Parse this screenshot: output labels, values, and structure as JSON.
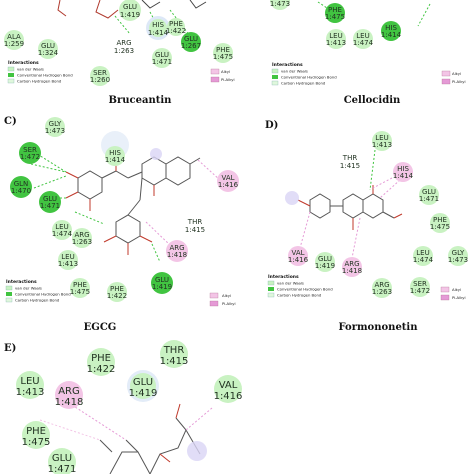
{
  "palette": {
    "vdw": "#c9f2c2",
    "hbond": "#41c441",
    "carbon_hbond": "#dff7dc",
    "alkyl": "#f3c5e6",
    "pi_alkyl": "#e59ad6",
    "bond_line": "#b03a2e"
  },
  "legend_common": {
    "title": "Interactions",
    "items": [
      "van der Waals",
      "Conventional Hydrogen Bond",
      "Carbon Hydrogen Bond"
    ],
    "right_items": [
      "Alkyl",
      "Pi-Alkyl"
    ]
  },
  "panels": {
    "A": {
      "caption": "Bruceantin",
      "residues": [
        {
          "top": "ALA",
          "bottom": "1:259",
          "type": "vdw"
        },
        {
          "top": "GLU",
          "bottom": "1:324",
          "type": "vdw"
        },
        {
          "top": "ARG",
          "bottom": "1:263",
          "type": "vdw_plain"
        },
        {
          "top": "GLU",
          "bottom": "1:419",
          "type": "vdw"
        },
        {
          "top": "HIS",
          "bottom": "1:414",
          "type": "vdw"
        },
        {
          "top": "PHE",
          "bottom": "1:422",
          "type": "vdw"
        },
        {
          "top": "GLU",
          "bottom": "1:267",
          "type": "hbond"
        },
        {
          "top": "PHE",
          "bottom": "1:475",
          "type": "vdw"
        },
        {
          "top": "GLU",
          "bottom": "1:471",
          "type": "vdw"
        },
        {
          "top": "SER",
          "bottom": "1:260",
          "type": "vdw"
        }
      ]
    },
    "B": {
      "caption": "Cellocidin",
      "residues": [
        {
          "top": "",
          "bottom": "1:473",
          "type": "vdw"
        },
        {
          "top": "PHE",
          "bottom": "1:475",
          "type": "hbond"
        },
        {
          "top": "LEU",
          "bottom": "1:413",
          "type": "vdw"
        },
        {
          "top": "LEU",
          "bottom": "1:474",
          "type": "vdw"
        },
        {
          "top": "HIS",
          "bottom": "1:414",
          "type": "hbond"
        }
      ]
    },
    "C": {
      "letter": "C)",
      "caption": "EGCG",
      "residues": [
        {
          "top": "GLY",
          "bottom": "1:473",
          "type": "vdw"
        },
        {
          "top": "SER",
          "bottom": "1:472",
          "type": "hbond"
        },
        {
          "top": "GLN",
          "bottom": "1:470",
          "type": "hbond"
        },
        {
          "top": "GLU",
          "bottom": "1:471",
          "type": "hbond"
        },
        {
          "top": "HIS",
          "bottom": "1:414",
          "type": "vdw"
        },
        {
          "top": "LEU",
          "bottom": "1:474",
          "type": "vdw"
        },
        {
          "top": "ARG",
          "bottom": "1:263",
          "type": "vdw"
        },
        {
          "top": "LEU",
          "bottom": "1:413",
          "type": "vdw"
        },
        {
          "top": "THR",
          "bottom": "1:415",
          "type": "vdw_plain"
        },
        {
          "top": "VAL",
          "bottom": "1:416",
          "type": "alkyl"
        },
        {
          "top": "ARG",
          "bottom": "1:418",
          "type": "alkyl"
        },
        {
          "top": "PHE",
          "bottom": "1:475",
          "type": "vdw"
        },
        {
          "top": "PHE",
          "bottom": "1:422",
          "type": "vdw"
        },
        {
          "top": "GLU",
          "bottom": "1:419",
          "type": "hbond"
        }
      ]
    },
    "D": {
      "letter": "D)",
      "caption": "Formononetin",
      "residues": [
        {
          "top": "LEU",
          "bottom": "1:413",
          "type": "vdw"
        },
        {
          "top": "THR",
          "bottom": "1:415",
          "type": "vdw_plain"
        },
        {
          "top": "HIS",
          "bottom": "1:414",
          "type": "alkyl"
        },
        {
          "top": "GLU",
          "bottom": "1:471",
          "type": "vdw"
        },
        {
          "top": "PHE",
          "bottom": "1:475",
          "type": "vdw"
        },
        {
          "top": "LEU",
          "bottom": "1:474",
          "type": "vdw"
        },
        {
          "top": "GLY",
          "bottom": "1:473",
          "type": "vdw"
        },
        {
          "top": "VAL",
          "bottom": "1:416",
          "type": "alkyl"
        },
        {
          "top": "GLU",
          "bottom": "1:419",
          "type": "vdw"
        },
        {
          "top": "ARG",
          "bottom": "1:418",
          "type": "alkyl"
        },
        {
          "top": "ARG",
          "bottom": "1:263",
          "type": "vdw"
        },
        {
          "top": "SER",
          "bottom": "1:472",
          "type": "vdw"
        }
      ]
    },
    "E": {
      "letter": "E)",
      "residues": [
        {
          "top": "PHE",
          "bottom": "1:422",
          "type": "vdw"
        },
        {
          "top": "THR",
          "bottom": "1:415",
          "type": "vdw"
        },
        {
          "top": "LEU",
          "bottom": "1:413",
          "type": "vdw"
        },
        {
          "top": "GLU",
          "bottom": "1:419",
          "type": "vdw"
        },
        {
          "top": "VAL",
          "bottom": "1:416",
          "type": "vdw"
        },
        {
          "top": "ARG",
          "bottom": "1:418",
          "type": "alkyl"
        },
        {
          "top": "PHE",
          "bottom": "1:475",
          "type": "vdw"
        },
        {
          "top": "GLU",
          "bottom": "1:471",
          "type": "vdw"
        }
      ]
    }
  }
}
